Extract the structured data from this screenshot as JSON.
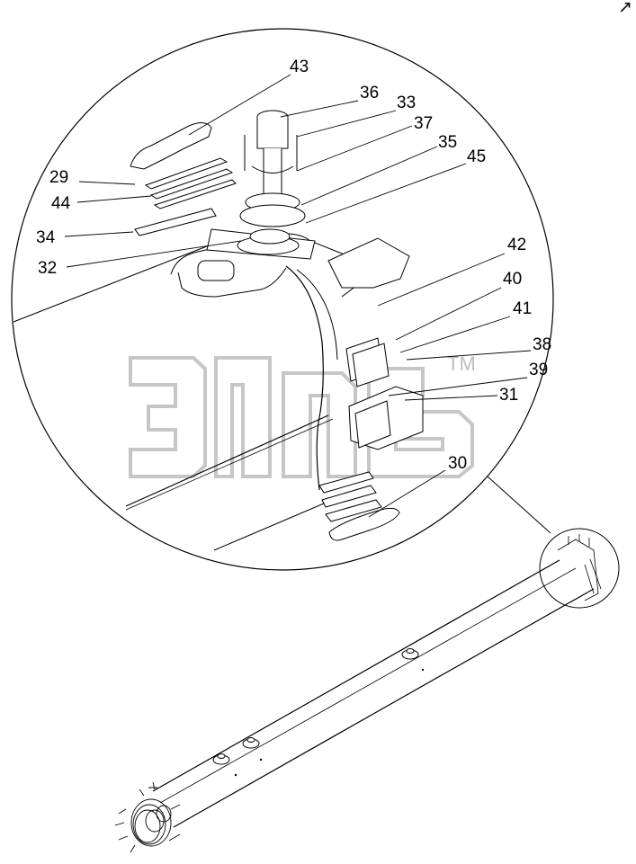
{
  "callouts": [
    "43",
    "36",
    "33",
    "37",
    "35",
    "45",
    "29",
    "44",
    "34",
    "32",
    "42",
    "40",
    "41",
    "38",
    "39",
    "31",
    "30"
  ],
  "watermark": {
    "trademark": "TM",
    "color": "#c8c8c8"
  },
  "corner_mark": "↗",
  "colors": {
    "line": "#000000",
    "background": "#ffffff",
    "watermark": "#c8c8c8"
  }
}
